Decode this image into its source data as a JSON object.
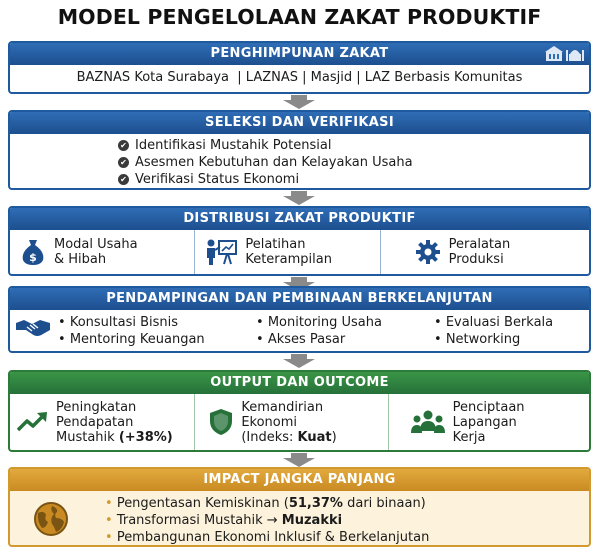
{
  "title": "MODEL PENGELOLAAN ZAKAT PRODUKTIF",
  "sections": {
    "penghimpunan": {
      "header": "PENGHIMPUNAN ZAKAT",
      "sources": "BAZNAS Kota Surabaya  | LAZNAS | Masjid | LAZ Berbasis Komunitas",
      "icons": [
        "building-icon",
        "mosque-icon"
      ]
    },
    "seleksi": {
      "header": "SELEKSI DAN VERIFIKASI",
      "items": [
        "Identifikasi Mustahik Potensial",
        "Asesmen Kebutuhan dan Kelayakan Usaha",
        "Verifikasi Status Ekonomi"
      ],
      "icon": "check-circle-icon"
    },
    "distribusi": {
      "header": "DISTRIBUSI ZAKAT PRODUKTIF",
      "items": [
        {
          "line1": "Modal Usaha",
          "line2": "& Hibah",
          "icon": "money-bag-icon"
        },
        {
          "line1": "Pelatihan",
          "line2": "Keterampilan",
          "icon": "presentation-icon"
        },
        {
          "line1": "Peralatan",
          "line2": "Produksi",
          "icon": "gear-icon"
        }
      ]
    },
    "pendampingan": {
      "header": "PENDAMPINGAN DAN PEMBINAAN BERKELANJUTAN",
      "items": [
        "Konsultasi Bisnis",
        "Monitoring Usaha",
        "Evaluasi Berkala",
        "Mentoring Keuangan",
        "Akses Pasar",
        "Networking"
      ],
      "icon": "handshake-icon"
    },
    "output": {
      "header": "OUTPUT DAN OUTCOME",
      "items": [
        {
          "line1": "Peningkatan",
          "line2": "Pendapatan",
          "line3": "Mustahik ",
          "bold": "(+38%)",
          "icon": "trend-up-icon"
        },
        {
          "line1": "Kemandirian",
          "line2": "Ekonomi",
          "line3": "(Indeks: ",
          "bold": "Kuat",
          "tail": ")",
          "icon": "shield-icon"
        },
        {
          "line1": "Penciptaan",
          "line2": "Lapangan",
          "line3": "Kerja",
          "icon": "people-icon"
        }
      ]
    },
    "impact": {
      "header": "IMPACT JANGKA PANJANG",
      "item1_pre": "Pengentasan Kemiskinan (",
      "item1_bold": "51,37%",
      "item1_post": " dari binaan)",
      "item2_pre": "Transformasi Mustahik → ",
      "item2_bold": "Muzakki",
      "item3": "Pembangunan Ekonomi Inklusif & Berkelanjutan",
      "icon": "globe-icon"
    }
  },
  "colors": {
    "blue": "#1f5a9e",
    "green": "#2c7b3b",
    "gold": "#d29a2e",
    "arrow": "#8a8a8a"
  }
}
